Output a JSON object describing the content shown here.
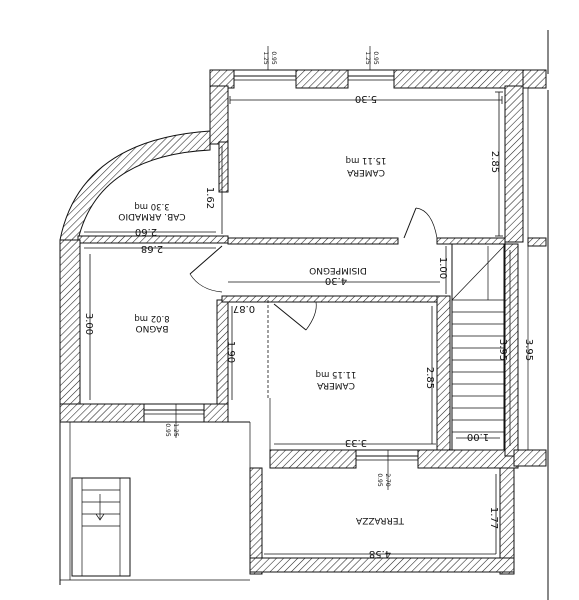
{
  "rooms": {
    "camera_top": {
      "name": "CAMERA",
      "area": "15.11 mq"
    },
    "cab_armadio": {
      "name": "CAB. ARMADIO",
      "area": "3.30 mq"
    },
    "disimpegno": {
      "name": "DISIMPEGNO"
    },
    "bagno": {
      "name": "BAGNO",
      "area": "8.02 mq"
    },
    "camera_mid": {
      "name": "CAMERA",
      "area": "11.15 mq"
    },
    "terrazza": {
      "name": "TERRAZZA"
    }
  },
  "dimensions": {
    "camera_top_width": "5.30",
    "camera_top_height": "2.85",
    "cab_armadio_height": "1.62",
    "cab_armadio_width": "2.60",
    "bagno_width": "2.68",
    "bagno_height": "3.00",
    "bagno_wall": "1.90",
    "disimpegno_width": "4.30",
    "disimpegno_height": "1.00",
    "jog": "0.87",
    "camera_mid_height": "2.85",
    "camera_mid_width": "3.33",
    "stair_height": "3.95",
    "stair_height_right": "3.95",
    "stair_width": "1.00",
    "terrazza_width": "4.58",
    "terrazza_height": "1.77"
  },
  "windows": {
    "w1": {
      "top": "0.95",
      "bottom": "1.25"
    },
    "w2": {
      "top": "0.95",
      "bottom": "1.25"
    },
    "w3": {
      "top": "0.95",
      "bottom": "1.25"
    },
    "w4": {
      "top": "0.95",
      "bottom": "2.70"
    }
  }
}
